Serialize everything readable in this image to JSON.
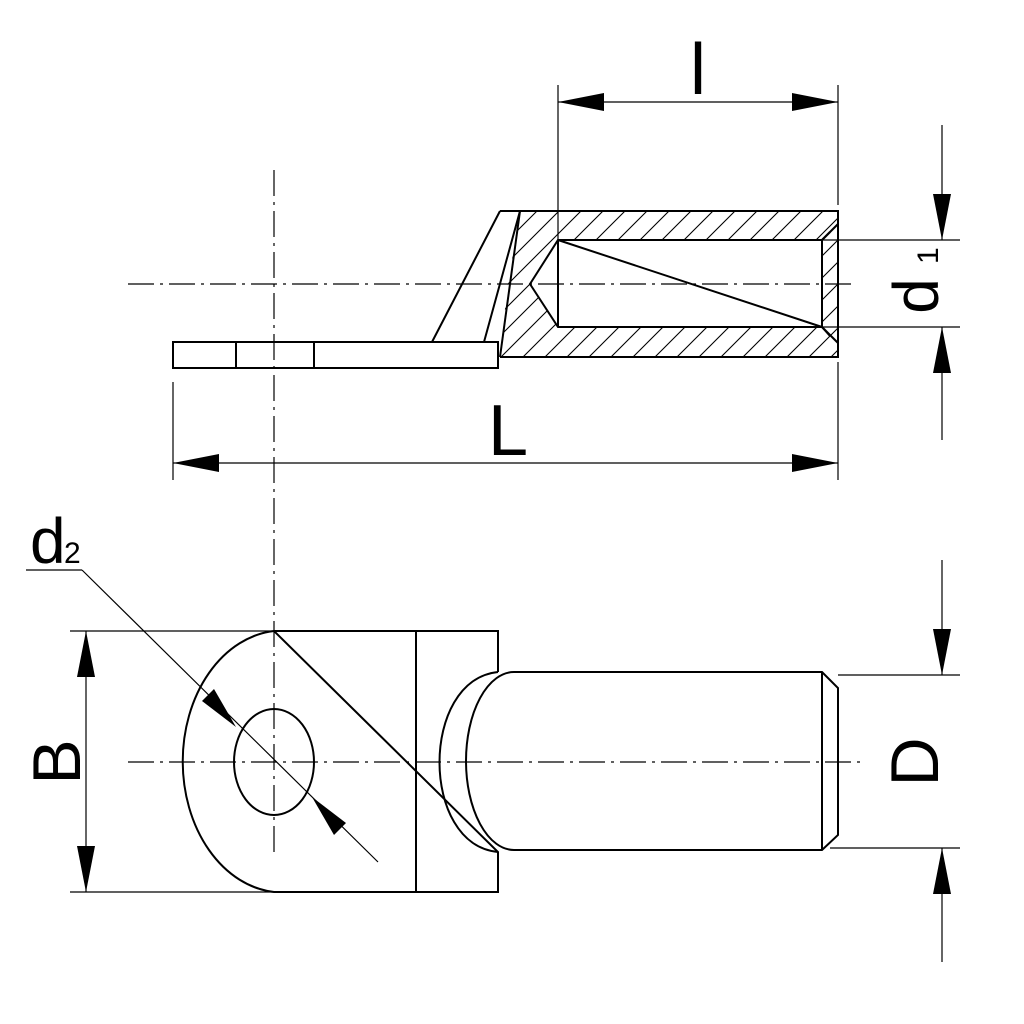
{
  "colors": {
    "line": "#000000",
    "background": "#ffffff"
  },
  "labels": {
    "l": "l",
    "L": "L",
    "d1_main": "d",
    "d1_sub": "1",
    "d2_main": "d",
    "d2_sub": "2",
    "B": "B",
    "D": "D"
  }
}
